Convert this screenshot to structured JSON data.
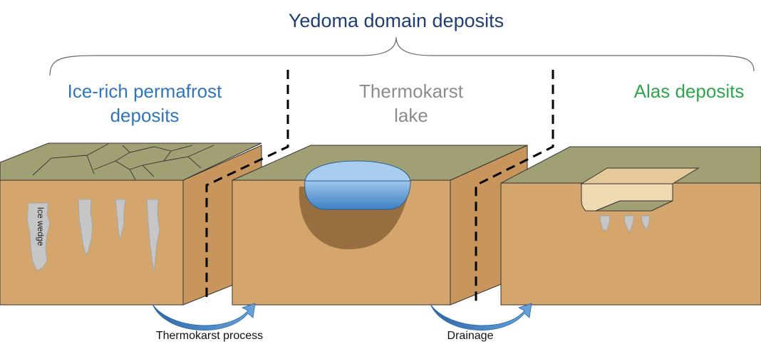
{
  "title": "Yedoma domain deposits",
  "labels": {
    "ice_rich_line1": "Ice-rich permafrost",
    "ice_rich_line2": "deposits",
    "thermokarst_line1": "Thermokarst",
    "thermokarst_line2": "lake",
    "alas": "Alas deposits",
    "ice_wedge": "Ice wedge",
    "process_1": "Thermokarst process",
    "process_2": "Drainage"
  },
  "colors": {
    "title": "#1f3f73",
    "ice_rich": "#2f76bd",
    "thermokarst": "#8c8c8c",
    "alas": "#2aa84a",
    "soil_front": "#d4a56c",
    "soil_side": "#c8965c",
    "surface": "#a19f74",
    "water": "#4f90d2",
    "arrow": "#3f7fc0"
  }
}
